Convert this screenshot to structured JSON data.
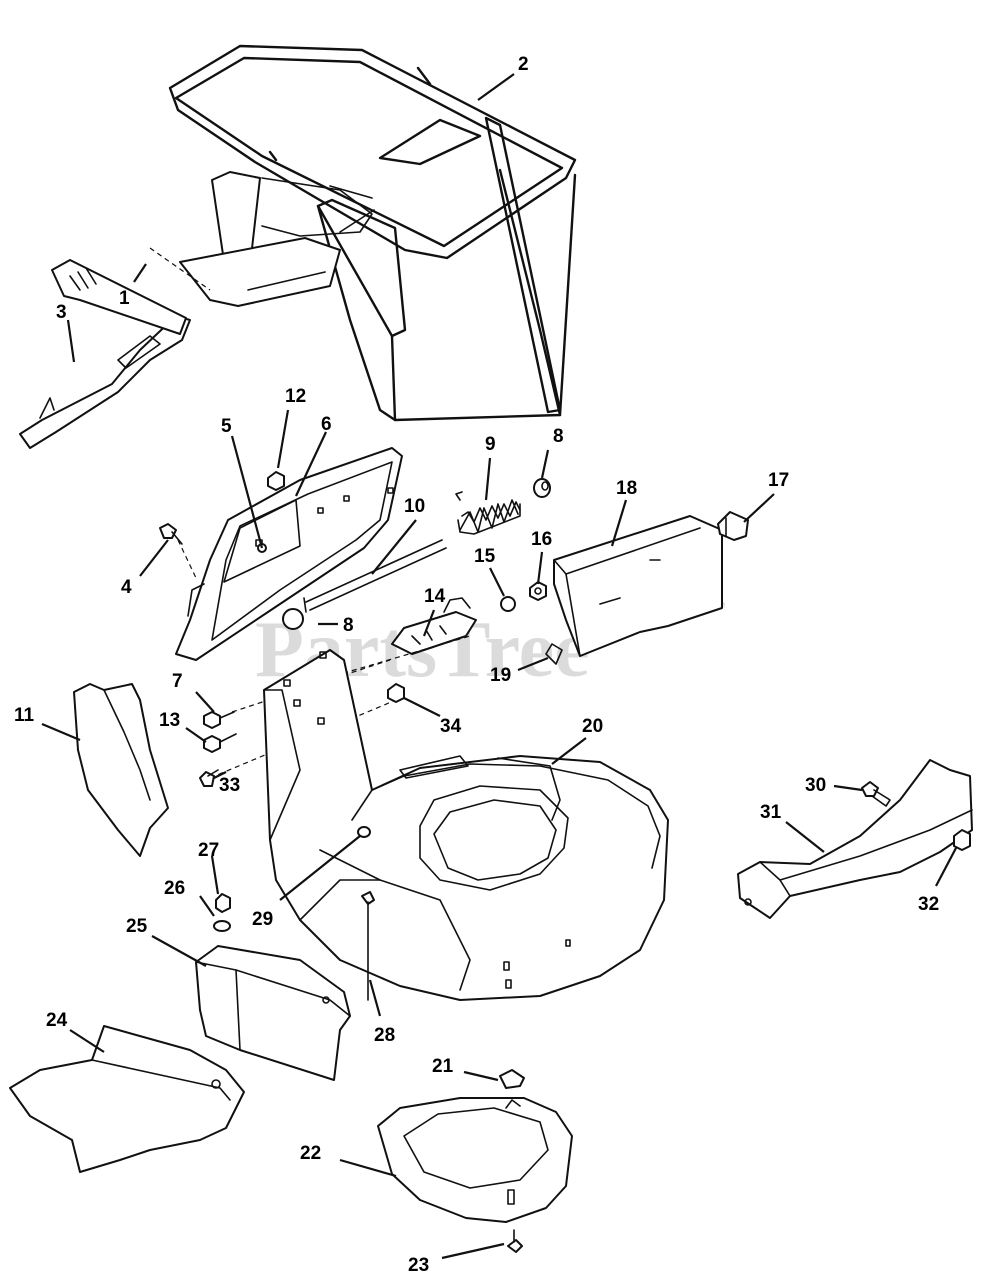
{
  "watermark": {
    "text": "PartsTree",
    "trademark": "™"
  },
  "callouts": [
    "1",
    "2",
    "3",
    "4",
    "5",
    "6",
    "7",
    "8",
    "8",
    "9",
    "10",
    "11",
    "12",
    "13",
    "14",
    "15",
    "16",
    "17",
    "18",
    "19",
    "20",
    "21",
    "22",
    "23",
    "24",
    "25",
    "26",
    "27",
    "28",
    "29",
    "30",
    "31",
    "32",
    "33",
    "34"
  ]
}
